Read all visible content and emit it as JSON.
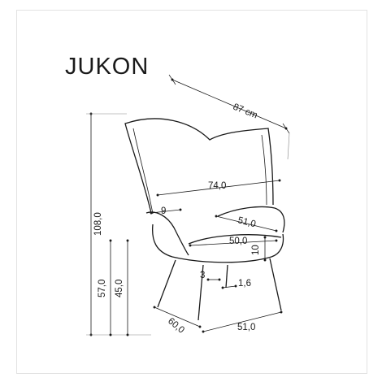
{
  "product": {
    "name": "JUKON"
  },
  "dimensions": {
    "depth_total": "87 cm",
    "height_total": "108,0",
    "seat_height": "45,0",
    "armrest_height": "57,0",
    "back_width": "74,0",
    "headrest_depth": "9",
    "arm_depth": "51,0",
    "seat_width": "50,0",
    "cushion_thickness": "10",
    "leg_size_a": "3",
    "leg_size_b": "1,6",
    "base_depth": "60,0",
    "base_width": "51,0"
  }
}
